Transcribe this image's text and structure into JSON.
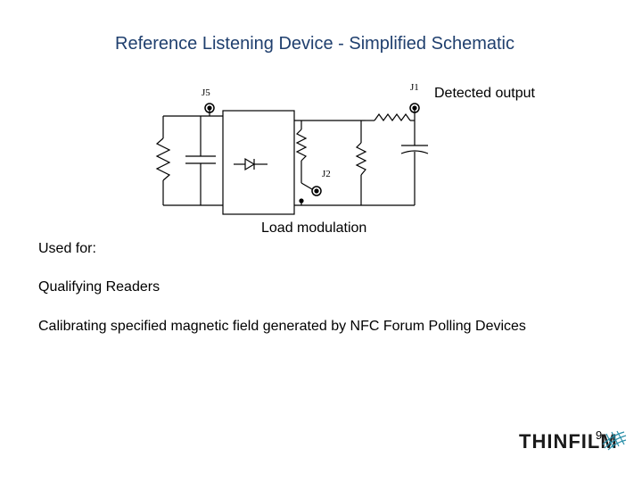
{
  "slide": {
    "title": "Reference Listening Device - Simplified Schematic",
    "page_number": "9"
  },
  "schematic": {
    "pin_j5": "J5",
    "pin_j1": "J1",
    "pin_j2": "J2",
    "detected_output": "Detected output",
    "load_modulation": "Load modulation"
  },
  "body": {
    "used_for": "Used for:",
    "item1": "Qualifying Readers",
    "item2": "Calibrating specified magnetic field generated by NFC Forum Polling Devices"
  },
  "logo": {
    "text": "THINFILM",
    "icon": "mesh-icon"
  }
}
